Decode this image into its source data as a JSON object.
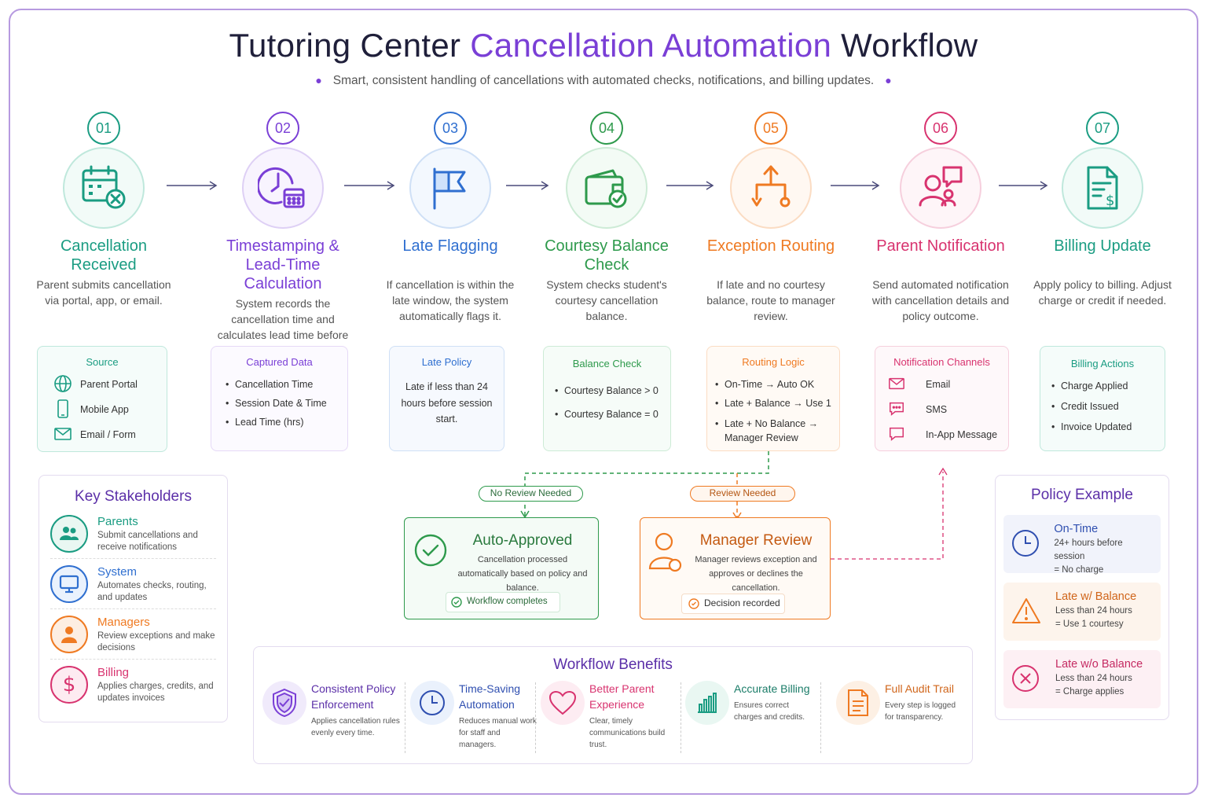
{
  "title": {
    "part1": "Tutoring Center",
    "highlight": "Cancellation Automation",
    "part2": "Workflow"
  },
  "subtitle": "Smart, consistent handling of cancellations with automated checks, notifications, and billing updates.",
  "colors": {
    "teal": "#1a9c82",
    "purple": "#7a3fd6",
    "blue": "#2f6fd0",
    "green": "#2e9a4c",
    "orange": "#ef7a22",
    "pink": "#d8336f",
    "frame": "#b79ae0"
  },
  "steps": [
    {
      "num": "01",
      "title": "Cancellation Received",
      "desc": "Parent submits cancellation via portal, app, or email.",
      "icon": "calendar-cancel-icon"
    },
    {
      "num": "02",
      "title": "Timestamping & Lead-Time Calculation",
      "desc": "System records the cancellation time and calculates lead time before session.",
      "icon": "clock-calendar-icon"
    },
    {
      "num": "03",
      "title": "Late Flagging",
      "desc": "If cancellation is within the late window, the system automatically flags it.",
      "icon": "flag-icon"
    },
    {
      "num": "04",
      "title": "Courtesy Balance Check",
      "desc": "System checks student's courtesy cancellation balance.",
      "icon": "wallet-check-icon"
    },
    {
      "num": "05",
      "title": "Exception Routing",
      "desc": "If late and no courtesy balance, route to manager review.",
      "icon": "routing-icon"
    },
    {
      "num": "06",
      "title": "Parent Notification",
      "desc": "Send automated notification with cancellation details and policy outcome.",
      "icon": "parent-message-icon"
    },
    {
      "num": "07",
      "title": "Billing Update",
      "desc": "Apply policy to billing. Adjust charge or credit if needed.",
      "icon": "invoice-dollar-icon"
    }
  ],
  "cards": {
    "source": {
      "title": "Source",
      "items": [
        "Parent Portal",
        "Mobile App",
        "Email / Form"
      ]
    },
    "captured": {
      "title": "Captured Data",
      "items": [
        "Cancellation Time",
        "Session Date & Time",
        "Lead Time (hrs)"
      ]
    },
    "late_policy": {
      "title": "Late Policy",
      "text": "Late if less than 24 hours before session start."
    },
    "balance": {
      "title": "Balance Check",
      "items": [
        "Courtesy Balance > 0",
        "Courtesy Balance = 0"
      ]
    },
    "routing": {
      "title": "Routing Logic",
      "items": [
        "On-Time → Auto OK",
        "Late + Balance → Use 1",
        "Late + No Balance → Manager Review"
      ]
    },
    "channels": {
      "title": "Notification Channels",
      "items": [
        "Email",
        "SMS",
        "In-App Message"
      ]
    },
    "billing": {
      "title": "Billing Actions",
      "items": [
        "Charge Applied",
        "Credit Issued",
        "Invoice Updated"
      ]
    }
  },
  "stakeholders": {
    "title": "Key Stakeholders",
    "items": [
      {
        "name": "Parents",
        "desc": "Submit cancellations and receive notifications"
      },
      {
        "name": "System",
        "desc": "Automates checks, routing, and updates"
      },
      {
        "name": "Managers",
        "desc": "Review exceptions and make decisions"
      },
      {
        "name": "Billing",
        "desc": "Applies charges, credits, and updates invoices"
      }
    ]
  },
  "branches": {
    "no_review": "No Review Needed",
    "review": "Review Needed"
  },
  "auto": {
    "title": "Auto-Approved",
    "desc": "Cancellation processed automatically based on policy and balance.",
    "badge": "Workflow completes"
  },
  "manager": {
    "title": "Manager Review",
    "desc": "Manager reviews exception and approves or declines the cancellation.",
    "badge": "Decision recorded"
  },
  "policy": {
    "title": "Policy Example",
    "items": [
      {
        "title": "On-Time",
        "line1": "24+ hours before session",
        "line2": "= No charge"
      },
      {
        "title": "Late w/ Balance",
        "line1": "Less than 24 hours",
        "line2": "= Use 1 courtesy"
      },
      {
        "title": "Late w/o Balance",
        "line1": "Less than 24 hours",
        "line2": "= Charge applies"
      }
    ]
  },
  "benefits": {
    "title": "Workflow Benefits",
    "items": [
      {
        "title": "Consistent Policy Enforcement",
        "desc": "Applies cancellation rules evenly every time."
      },
      {
        "title": "Time-Saving Automation",
        "desc": "Reduces manual work for staff and managers."
      },
      {
        "title": "Better Parent Experience",
        "desc": "Clear, timely communications build trust."
      },
      {
        "title": "Accurate Billing",
        "desc": "Ensures correct charges and credits."
      },
      {
        "title": "Full Audit Trail",
        "desc": "Every step is logged for transparency."
      }
    ]
  }
}
